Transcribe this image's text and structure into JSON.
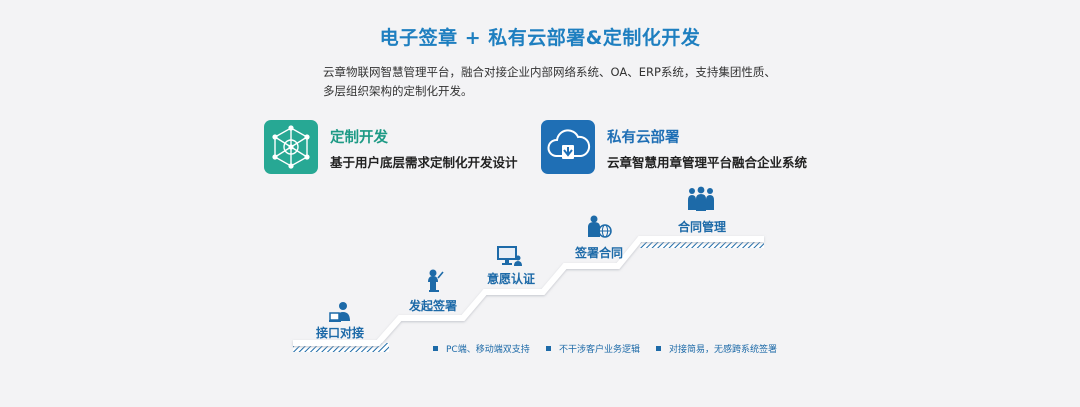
{
  "title": "电子签章 + 私有云部署&定制化开发",
  "description": {
    "line1": "云章物联网智慧管理平台，融合对接企业内部网络系统、OA、ERP系统，支持集团性质、",
    "line2": "多层组织架构的定制化开发。"
  },
  "features": [
    {
      "title": "定制开发",
      "subtitle": "基于用户底层需求定制化开发设计",
      "icon": "network-node-icon",
      "color": "#27a894"
    },
    {
      "title": "私有云部署",
      "subtitle": "云章智慧用章管理平台融合企业系统",
      "icon": "cloud-download-icon",
      "color": "#1f6fb5"
    }
  ],
  "steps": [
    {
      "label": "接口对接",
      "icon": "person-laptop-icon"
    },
    {
      "label": "发起签署",
      "icon": "person-signing-icon"
    },
    {
      "label": "意愿认证",
      "icon": "monitor-user-icon"
    },
    {
      "label": "签署合同",
      "icon": "person-globe-icon"
    },
    {
      "label": "合同管理",
      "icon": "team-icon"
    }
  ],
  "bullets": [
    "PC端、移动端双支持",
    "不干涉客户业务逻辑",
    "对接简易，无感跨系统签署"
  ],
  "colors": {
    "accent": "#1e7fc0",
    "teal": "#27a894",
    "stair_line": "#ffffff",
    "hatch": "#1d6aa8"
  }
}
